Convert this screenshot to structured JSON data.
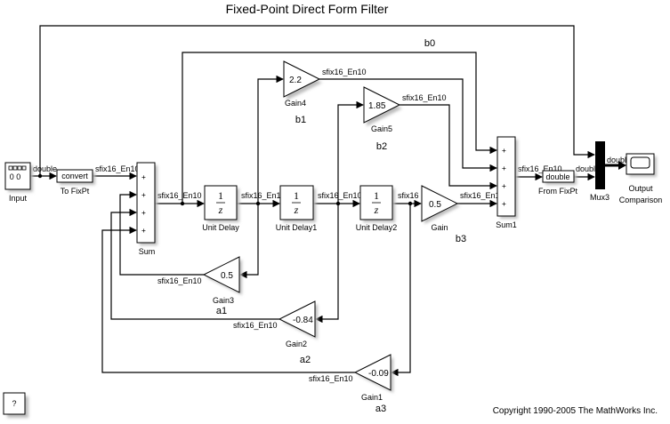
{
  "title": "Fixed-Point Direct Form Filter",
  "copyright": "Copyright 1990-2005 The MathWorks Inc.",
  "help_button": "?",
  "blocks": {
    "input": {
      "name": "Input",
      "display": "0 0"
    },
    "to_fixpt": {
      "name": "To FixPt",
      "display": "convert"
    },
    "sum": {
      "name": "Sum",
      "signs": [
        "+",
        "+",
        "+",
        "+"
      ]
    },
    "unit_delay": {
      "name": "Unit Delay",
      "num": "1",
      "den": "z"
    },
    "unit_delay1": {
      "name": "Unit Delay1",
      "num": "1",
      "den": "z"
    },
    "unit_delay2": {
      "name": "Unit Delay2",
      "num": "1",
      "den": "z"
    },
    "gain": {
      "name": "Gain",
      "value": "0.5",
      "coef": "b3"
    },
    "gain1": {
      "name": "Gain1",
      "value": "-0.09",
      "coef": "a3"
    },
    "gain2": {
      "name": "Gain2",
      "value": "-0.84",
      "coef": "a2"
    },
    "gain3": {
      "name": "Gain3",
      "value": "0.5",
      "coef": "a1"
    },
    "gain4": {
      "name": "Gain4",
      "value": "2.2",
      "coef": "b1"
    },
    "gain5": {
      "name": "Gain5",
      "value": "1.85",
      "coef": "b2"
    },
    "sum1": {
      "name": "Sum1",
      "signs": [
        "+",
        "+",
        "+",
        "+"
      ]
    },
    "from_fixpt": {
      "name": "From FixPt",
      "display": "double"
    },
    "mux3": {
      "name": "Mux3"
    },
    "output": {
      "name_line1": "Output",
      "name_line2": "Comparison"
    }
  },
  "coef_b0": "b0",
  "signals": {
    "double": "double",
    "fixed": "sfix16_En10",
    "fixed_short": "sfix16"
  }
}
